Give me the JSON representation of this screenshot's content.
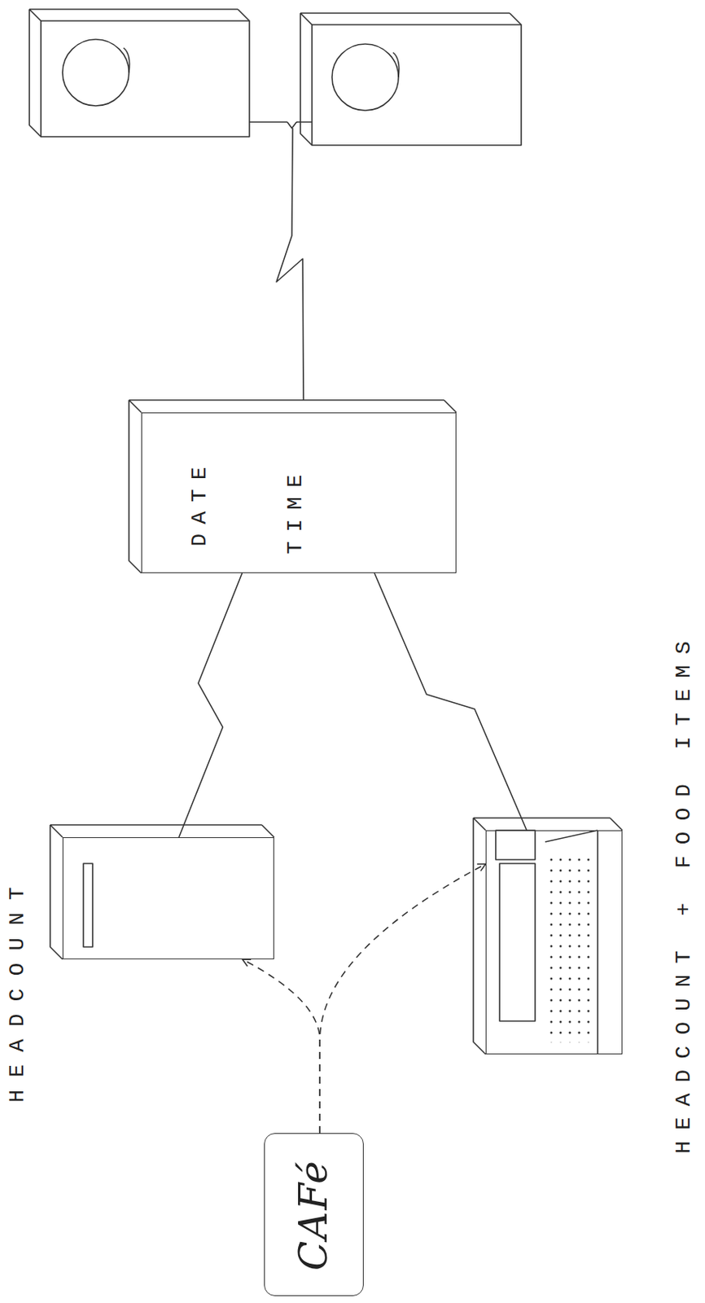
{
  "diagram": {
    "nodes": [
      {
        "text": [
          "DATE",
          "TIME"
        ]
      },
      {
        "text": [
          "HEADCOUNT"
        ]
      },
      {
        "text": [
          "HEADCOUNT + FOOD ITEMS"
        ]
      },
      {
        "text": [
          "CAFé"
        ]
      }
    ],
    "edges": [
      {
        "from": 3,
        "to": 1,
        "arrow": "to"
      },
      {
        "from": 3,
        "to": 2,
        "arrow": "to"
      },
      {
        "from": 1,
        "to": 0,
        "arrow": "none"
      },
      {
        "from": 2,
        "to": 0,
        "arrow": "none"
      }
    ]
  }
}
